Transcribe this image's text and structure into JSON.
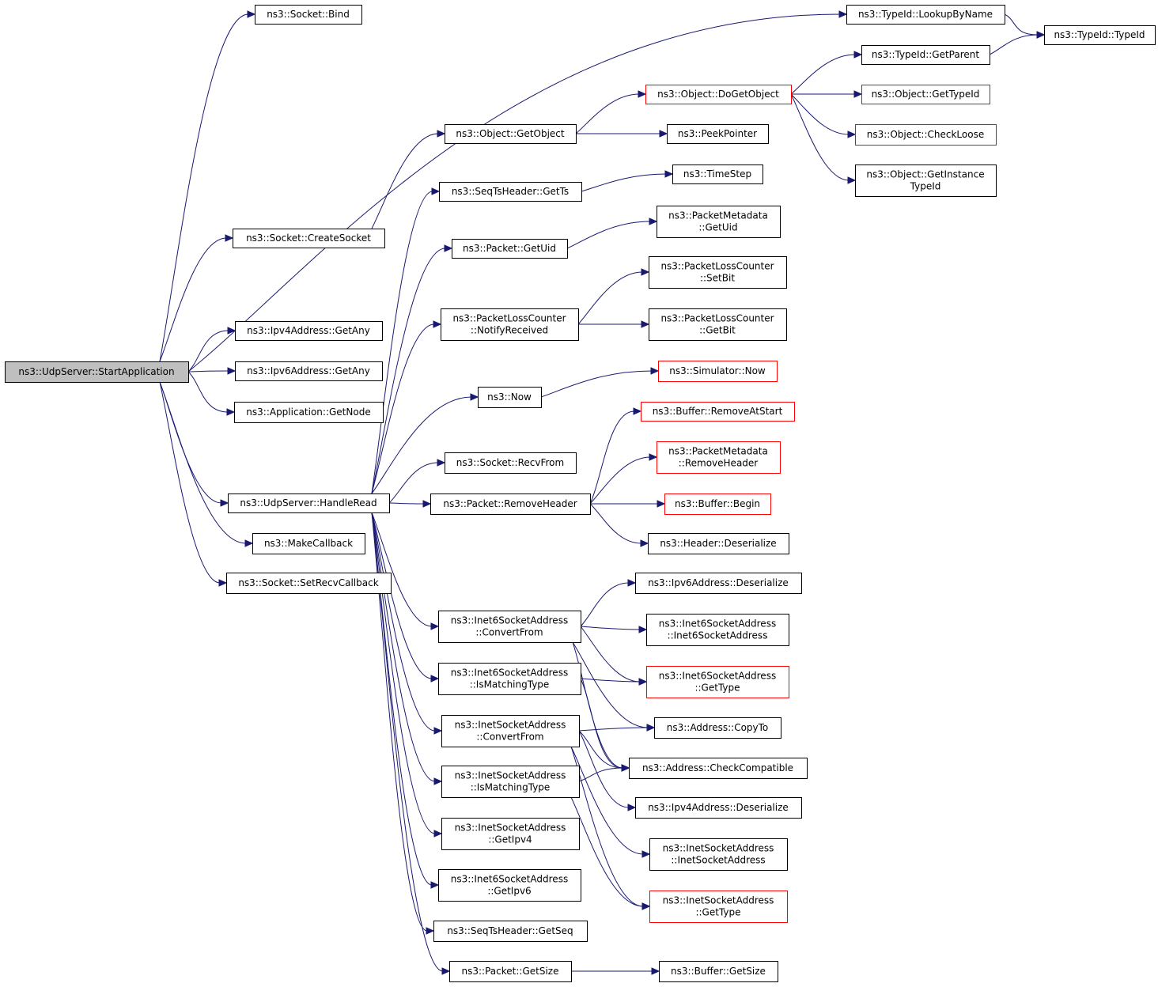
{
  "nodes": [
    {
      "id": "start",
      "lines": [
        "ns3::UdpServer::StartApplication"
      ],
      "style": "root"
    },
    {
      "id": "bind",
      "lines": [
        "ns3::Socket::Bind"
      ]
    },
    {
      "id": "lookup",
      "lines": [
        "ns3::TypeId::LookupByName"
      ]
    },
    {
      "id": "typeid",
      "lines": [
        "ns3::TypeId::TypeId"
      ]
    },
    {
      "id": "getparent",
      "lines": [
        "ns3::TypeId::GetParent"
      ]
    },
    {
      "id": "dogetobject",
      "lines": [
        "ns3::Object::DoGetObject"
      ],
      "style": "red"
    },
    {
      "id": "gettypeid",
      "lines": [
        "ns3::Object::GetTypeId"
      ],
      "style": "red"
    },
    {
      "id": "checkloose",
      "lines": [
        "ns3::Object::CheckLoose"
      ],
      "style": "red"
    },
    {
      "id": "getinstancetypeid",
      "lines": [
        "ns3::Object::GetInstance",
        "TypeId"
      ]
    },
    {
      "id": "getobject",
      "lines": [
        "ns3::Object::GetObject"
      ]
    },
    {
      "id": "peekpointer",
      "lines": [
        "ns3::PeekPointer"
      ]
    },
    {
      "id": "timestep",
      "lines": [
        "ns3::TimeStep"
      ]
    },
    {
      "id": "getts",
      "lines": [
        "ns3::SeqTsHeader::GetTs"
      ]
    },
    {
      "id": "metagetuid",
      "lines": [
        "ns3::PacketMetadata",
        "::GetUid"
      ]
    },
    {
      "id": "createsocket",
      "lines": [
        "ns3::Socket::CreateSocket"
      ]
    },
    {
      "id": "packetgetuid",
      "lines": [
        "ns3::Packet::GetUid"
      ]
    },
    {
      "id": "setbit",
      "lines": [
        "ns3::PacketLossCounter",
        "::SetBit"
      ]
    },
    {
      "id": "notifyreceived",
      "lines": [
        "ns3::PacketLossCounter",
        "::NotifyReceived"
      ]
    },
    {
      "id": "getbit",
      "lines": [
        "ns3::PacketLossCounter",
        "::GetBit"
      ]
    },
    {
      "id": "ipv4getany",
      "lines": [
        "ns3::Ipv4Address::GetAny"
      ]
    },
    {
      "id": "ipv6getany",
      "lines": [
        "ns3::Ipv6Address::GetAny"
      ]
    },
    {
      "id": "simnow",
      "lines": [
        "ns3::Simulator::Now"
      ],
      "style": "red"
    },
    {
      "id": "now",
      "lines": [
        "ns3::Now"
      ]
    },
    {
      "id": "getnode",
      "lines": [
        "ns3::Application::GetNode"
      ]
    },
    {
      "id": "removeatstart",
      "lines": [
        "ns3::Buffer::RemoveAtStart"
      ],
      "style": "red"
    },
    {
      "id": "metaremoveheader",
      "lines": [
        "ns3::PacketMetadata",
        "::RemoveHeader"
      ],
      "style": "red"
    },
    {
      "id": "recvfrom",
      "lines": [
        "ns3::Socket::RecvFrom"
      ]
    },
    {
      "id": "handleread",
      "lines": [
        "ns3::UdpServer::HandleRead"
      ]
    },
    {
      "id": "pktremoveheader",
      "lines": [
        "ns3::Packet::RemoveHeader"
      ]
    },
    {
      "id": "bufbegin",
      "lines": [
        "ns3::Buffer::Begin"
      ],
      "style": "red"
    },
    {
      "id": "makecallback",
      "lines": [
        "ns3::MakeCallback"
      ]
    },
    {
      "id": "hdrdeserialize",
      "lines": [
        "ns3::Header::Deserialize"
      ]
    },
    {
      "id": "setrecvcallback",
      "lines": [
        "ns3::Socket::SetRecvCallback"
      ]
    },
    {
      "id": "ipv6deserialize",
      "lines": [
        "ns3::Ipv6Address::Deserialize"
      ]
    },
    {
      "id": "i6convertfrom",
      "lines": [
        "ns3::Inet6SocketAddress",
        "::ConvertFrom"
      ]
    },
    {
      "id": "i6ctor",
      "lines": [
        "ns3::Inet6SocketAddress",
        "::Inet6SocketAddress"
      ]
    },
    {
      "id": "i6ismatching",
      "lines": [
        "ns3::Inet6SocketAddress",
        "::IsMatchingType"
      ]
    },
    {
      "id": "i6gettype",
      "lines": [
        "ns3::Inet6SocketAddress",
        "::GetType"
      ],
      "style": "red"
    },
    {
      "id": "i4convertfrom",
      "lines": [
        "ns3::InetSocketAddress",
        "::ConvertFrom"
      ]
    },
    {
      "id": "copyto",
      "lines": [
        "ns3::Address::CopyTo"
      ]
    },
    {
      "id": "checkcompatible",
      "lines": [
        "ns3::Address::CheckCompatible"
      ]
    },
    {
      "id": "i4ismatching",
      "lines": [
        "ns3::InetSocketAddress",
        "::IsMatchingType"
      ]
    },
    {
      "id": "ipv4deserialize",
      "lines": [
        "ns3::Ipv4Address::Deserialize"
      ]
    },
    {
      "id": "i4getipv4",
      "lines": [
        "ns3::InetSocketAddress",
        "::GetIpv4"
      ]
    },
    {
      "id": "i4ctor",
      "lines": [
        "ns3::InetSocketAddress",
        "::InetSocketAddress"
      ]
    },
    {
      "id": "i6getipv6",
      "lines": [
        "ns3::Inet6SocketAddress",
        "::GetIpv6"
      ]
    },
    {
      "id": "i4gettype",
      "lines": [
        "ns3::InetSocketAddress",
        "::GetType"
      ],
      "style": "red"
    },
    {
      "id": "getseq",
      "lines": [
        "ns3::SeqTsHeader::GetSeq"
      ]
    },
    {
      "id": "pktgetsize",
      "lines": [
        "ns3::Packet::GetSize"
      ]
    },
    {
      "id": "bufgetsize",
      "lines": [
        "ns3::Buffer::GetSize"
      ]
    }
  ],
  "edges": [
    [
      "start",
      "bind"
    ],
    [
      "start",
      "lookup"
    ],
    [
      "start",
      "createsocket"
    ],
    [
      "start",
      "ipv4getany"
    ],
    [
      "start",
      "ipv6getany"
    ],
    [
      "start",
      "getnode"
    ],
    [
      "start",
      "handleread"
    ],
    [
      "start",
      "makecallback"
    ],
    [
      "start",
      "setrecvcallback"
    ],
    [
      "lookup",
      "typeid"
    ],
    [
      "getparent",
      "typeid"
    ],
    [
      "dogetobject",
      "getparent"
    ],
    [
      "dogetobject",
      "gettypeid"
    ],
    [
      "dogetobject",
      "checkloose"
    ],
    [
      "dogetobject",
      "getinstancetypeid"
    ],
    [
      "getobject",
      "dogetobject"
    ],
    [
      "getobject",
      "peekpointer"
    ],
    [
      "createsocket",
      "getobject"
    ],
    [
      "getts",
      "timestep"
    ],
    [
      "packetgetuid",
      "metagetuid"
    ],
    [
      "notifyreceived",
      "setbit"
    ],
    [
      "notifyreceived",
      "getbit"
    ],
    [
      "now",
      "simnow"
    ],
    [
      "handleread",
      "getts"
    ],
    [
      "handleread",
      "packetgetuid"
    ],
    [
      "handleread",
      "notifyreceived"
    ],
    [
      "handleread",
      "now"
    ],
    [
      "handleread",
      "recvfrom"
    ],
    [
      "handleread",
      "pktremoveheader"
    ],
    [
      "handleread",
      "i6convertfrom"
    ],
    [
      "handleread",
      "i6ismatching"
    ],
    [
      "handleread",
      "i4convertfrom"
    ],
    [
      "handleread",
      "i4ismatching"
    ],
    [
      "handleread",
      "i4getipv4"
    ],
    [
      "handleread",
      "i6getipv6"
    ],
    [
      "handleread",
      "getseq"
    ],
    [
      "handleread",
      "pktgetsize"
    ],
    [
      "pktremoveheader",
      "removeatstart"
    ],
    [
      "pktremoveheader",
      "metaremoveheader"
    ],
    [
      "pktremoveheader",
      "bufbegin"
    ],
    [
      "pktremoveheader",
      "hdrdeserialize"
    ],
    [
      "i6convertfrom",
      "ipv6deserialize"
    ],
    [
      "i6convertfrom",
      "i6ctor"
    ],
    [
      "i6convertfrom",
      "i6gettype"
    ],
    [
      "i6convertfrom",
      "copyto"
    ],
    [
      "i6convertfrom",
      "checkcompatible"
    ],
    [
      "i6ismatching",
      "i6gettype"
    ],
    [
      "i6ismatching",
      "checkcompatible"
    ],
    [
      "i4convertfrom",
      "copyto"
    ],
    [
      "i4convertfrom",
      "checkcompatible"
    ],
    [
      "i4convertfrom",
      "ipv4deserialize"
    ],
    [
      "i4convertfrom",
      "i4ctor"
    ],
    [
      "i4convertfrom",
      "i4gettype"
    ],
    [
      "i4ismatching",
      "checkcompatible"
    ],
    [
      "i4ismatching",
      "i4gettype"
    ],
    [
      "pktgetsize",
      "bufgetsize"
    ]
  ]
}
